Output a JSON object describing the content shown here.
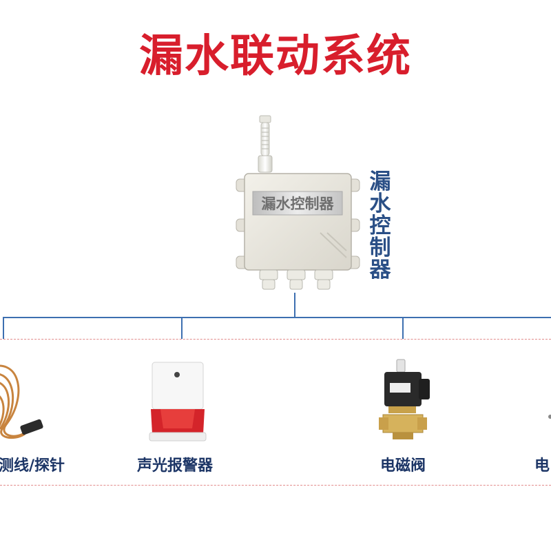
{
  "title": "漏水联动系统",
  "controller": {
    "side_label": "漏水控制器",
    "box_label": "漏水控制器"
  },
  "devices": [
    {
      "label": "测线/探针",
      "icon": "water-leak-sensing-cable-icon"
    },
    {
      "label": "声光报警器",
      "icon": "strobe-siren-alarm-icon"
    },
    {
      "label": "电磁阀",
      "icon": "solenoid-valve-icon"
    },
    {
      "label": "电",
      "icon": "partially-visible-device-icon"
    }
  ],
  "colors": {
    "title": "#d81e2c",
    "side_label": "#2a4f86",
    "device_label": "#1c3566",
    "connector_line": "#3d6fb0",
    "dashed_border": "#e28a8a"
  }
}
